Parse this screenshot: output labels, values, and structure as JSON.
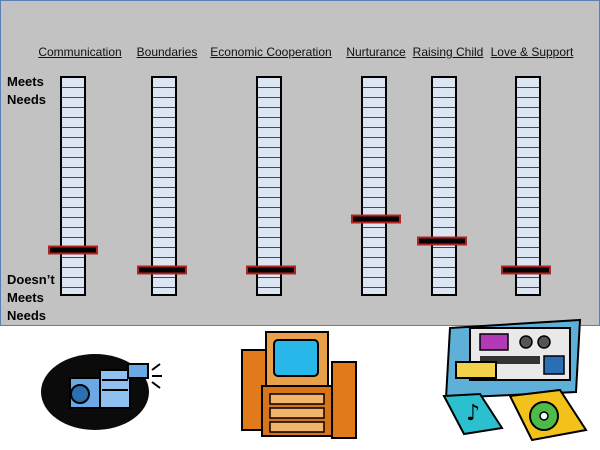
{
  "side_labels": {
    "top_line1": "Meets",
    "top_line2": "Needs",
    "bottom_line1": "Doesn’t",
    "bottom_line2": "Meets",
    "bottom_line3": "Needs"
  },
  "scales": [
    {
      "label": "Communication",
      "level": 0.21
    },
    {
      "label": "Boundaries",
      "level": 0.12
    },
    {
      "label": "Economic Cooperation",
      "level": 0.12
    },
    {
      "label": "Nurturance",
      "level": 0.35
    },
    {
      "label": "Raising Child",
      "level": 0.25
    },
    {
      "label": "Love & Support",
      "level": 0.12
    }
  ],
  "colors": {
    "panel_bg": "#c2c2c2",
    "scale_fill": "#dce6f2",
    "marker_fill": "#000000",
    "marker_border": "#b22222"
  },
  "clipart": [
    "camcorder-icon",
    "tv-stereo-icon",
    "music-system-icon"
  ]
}
